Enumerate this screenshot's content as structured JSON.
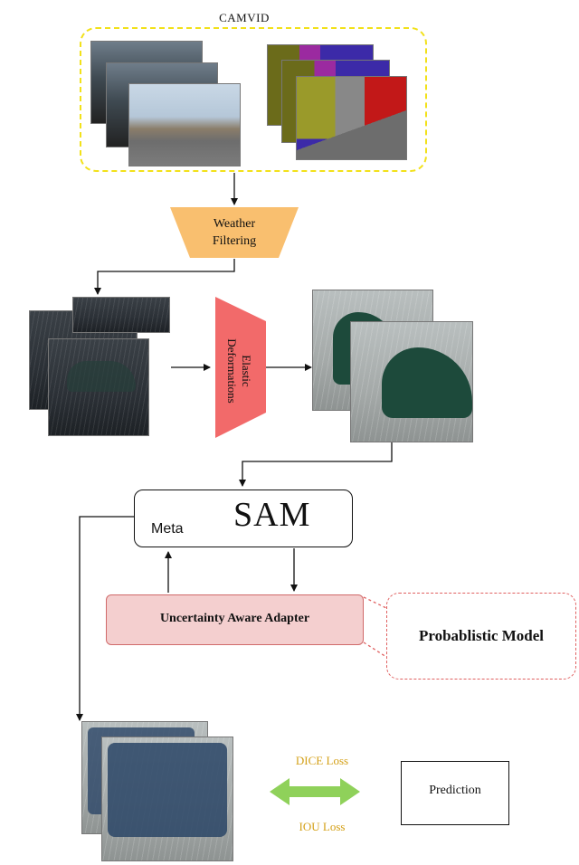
{
  "dataset": {
    "title": "CAMVID"
  },
  "weather_filtering": {
    "label_line1": "Weather",
    "label_line2": "Filtering",
    "color": "#f9bf6f"
  },
  "elastic": {
    "label_line1": "Elastic",
    "label_line2": "Deformations",
    "color": "#f26a6a"
  },
  "sam": {
    "label": "SAM",
    "logo_text": "Meta",
    "logo_color": "#0668e1"
  },
  "adapter": {
    "label": "Uncertainty Aware Adapter",
    "fill": "#f4cfcf",
    "stroke": "#d06a6a"
  },
  "probabilistic": {
    "label": "Probablistic Model",
    "stroke": "#e06060"
  },
  "losses": {
    "dice": "DICE Loss",
    "iou": "IOU Loss",
    "color": "#d4a017",
    "arrow_color": "#8fd15a"
  },
  "prediction": {
    "label": "Prediction"
  }
}
